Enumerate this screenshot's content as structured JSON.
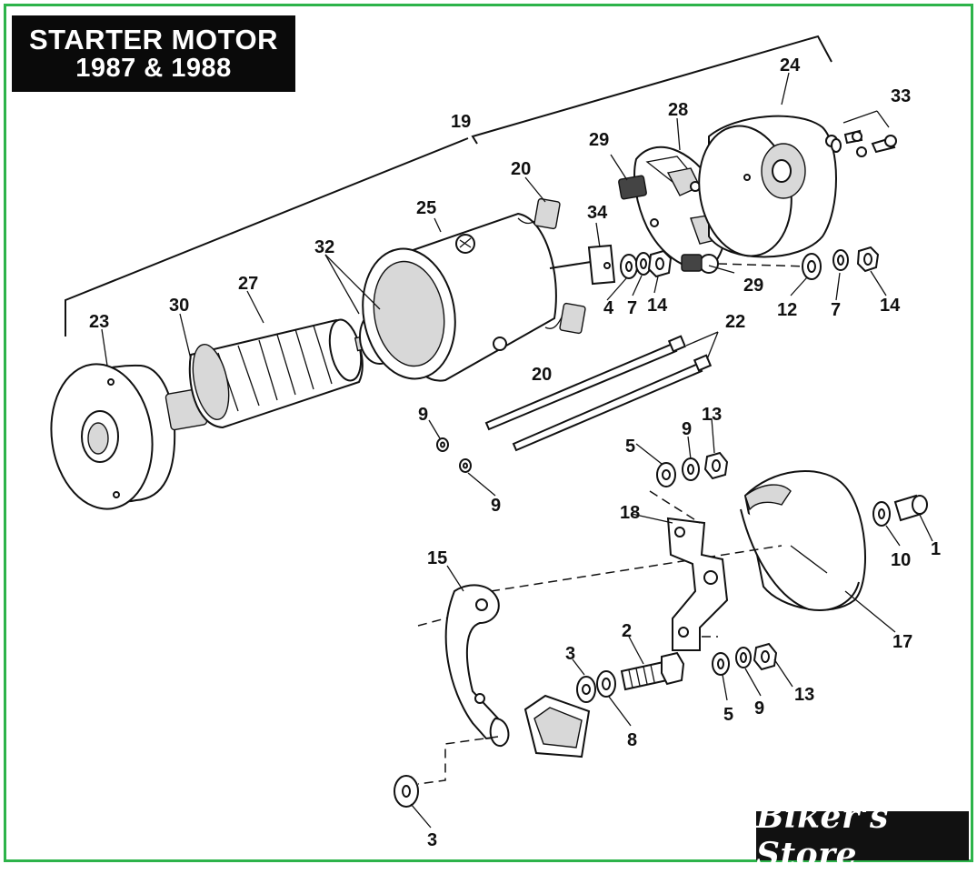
{
  "title": {
    "line1": "STARTER MOTOR",
    "line2": "1987 & 1988"
  },
  "watermark": "Biker's Store",
  "callouts": {
    "c1": "1",
    "c2": "2",
    "c3a": "3",
    "c3b": "3",
    "c4": "4",
    "c5a": "5",
    "c5b": "5",
    "c7a": "7",
    "c7b": "7",
    "c8": "8",
    "c9a": "9",
    "c9b": "9",
    "c9c": "9",
    "c9d": "9",
    "c10": "10",
    "c12": "12",
    "c13a": "13",
    "c13b": "13",
    "c14a": "14",
    "c14b": "14",
    "c15": "15",
    "c17": "17",
    "c18": "18",
    "c19": "19",
    "c20a": "20",
    "c20b": "20",
    "c22": "22",
    "c23": "23",
    "c24": "24",
    "c25": "25",
    "c27": "27",
    "c28": "28",
    "c29a": "29",
    "c29b": "29",
    "c30": "30",
    "c32": "32",
    "c33": "33",
    "c34": "34"
  },
  "colors": {
    "border": "#2db34a",
    "ink": "#111111",
    "title_bg": "#0a0a0a"
  }
}
